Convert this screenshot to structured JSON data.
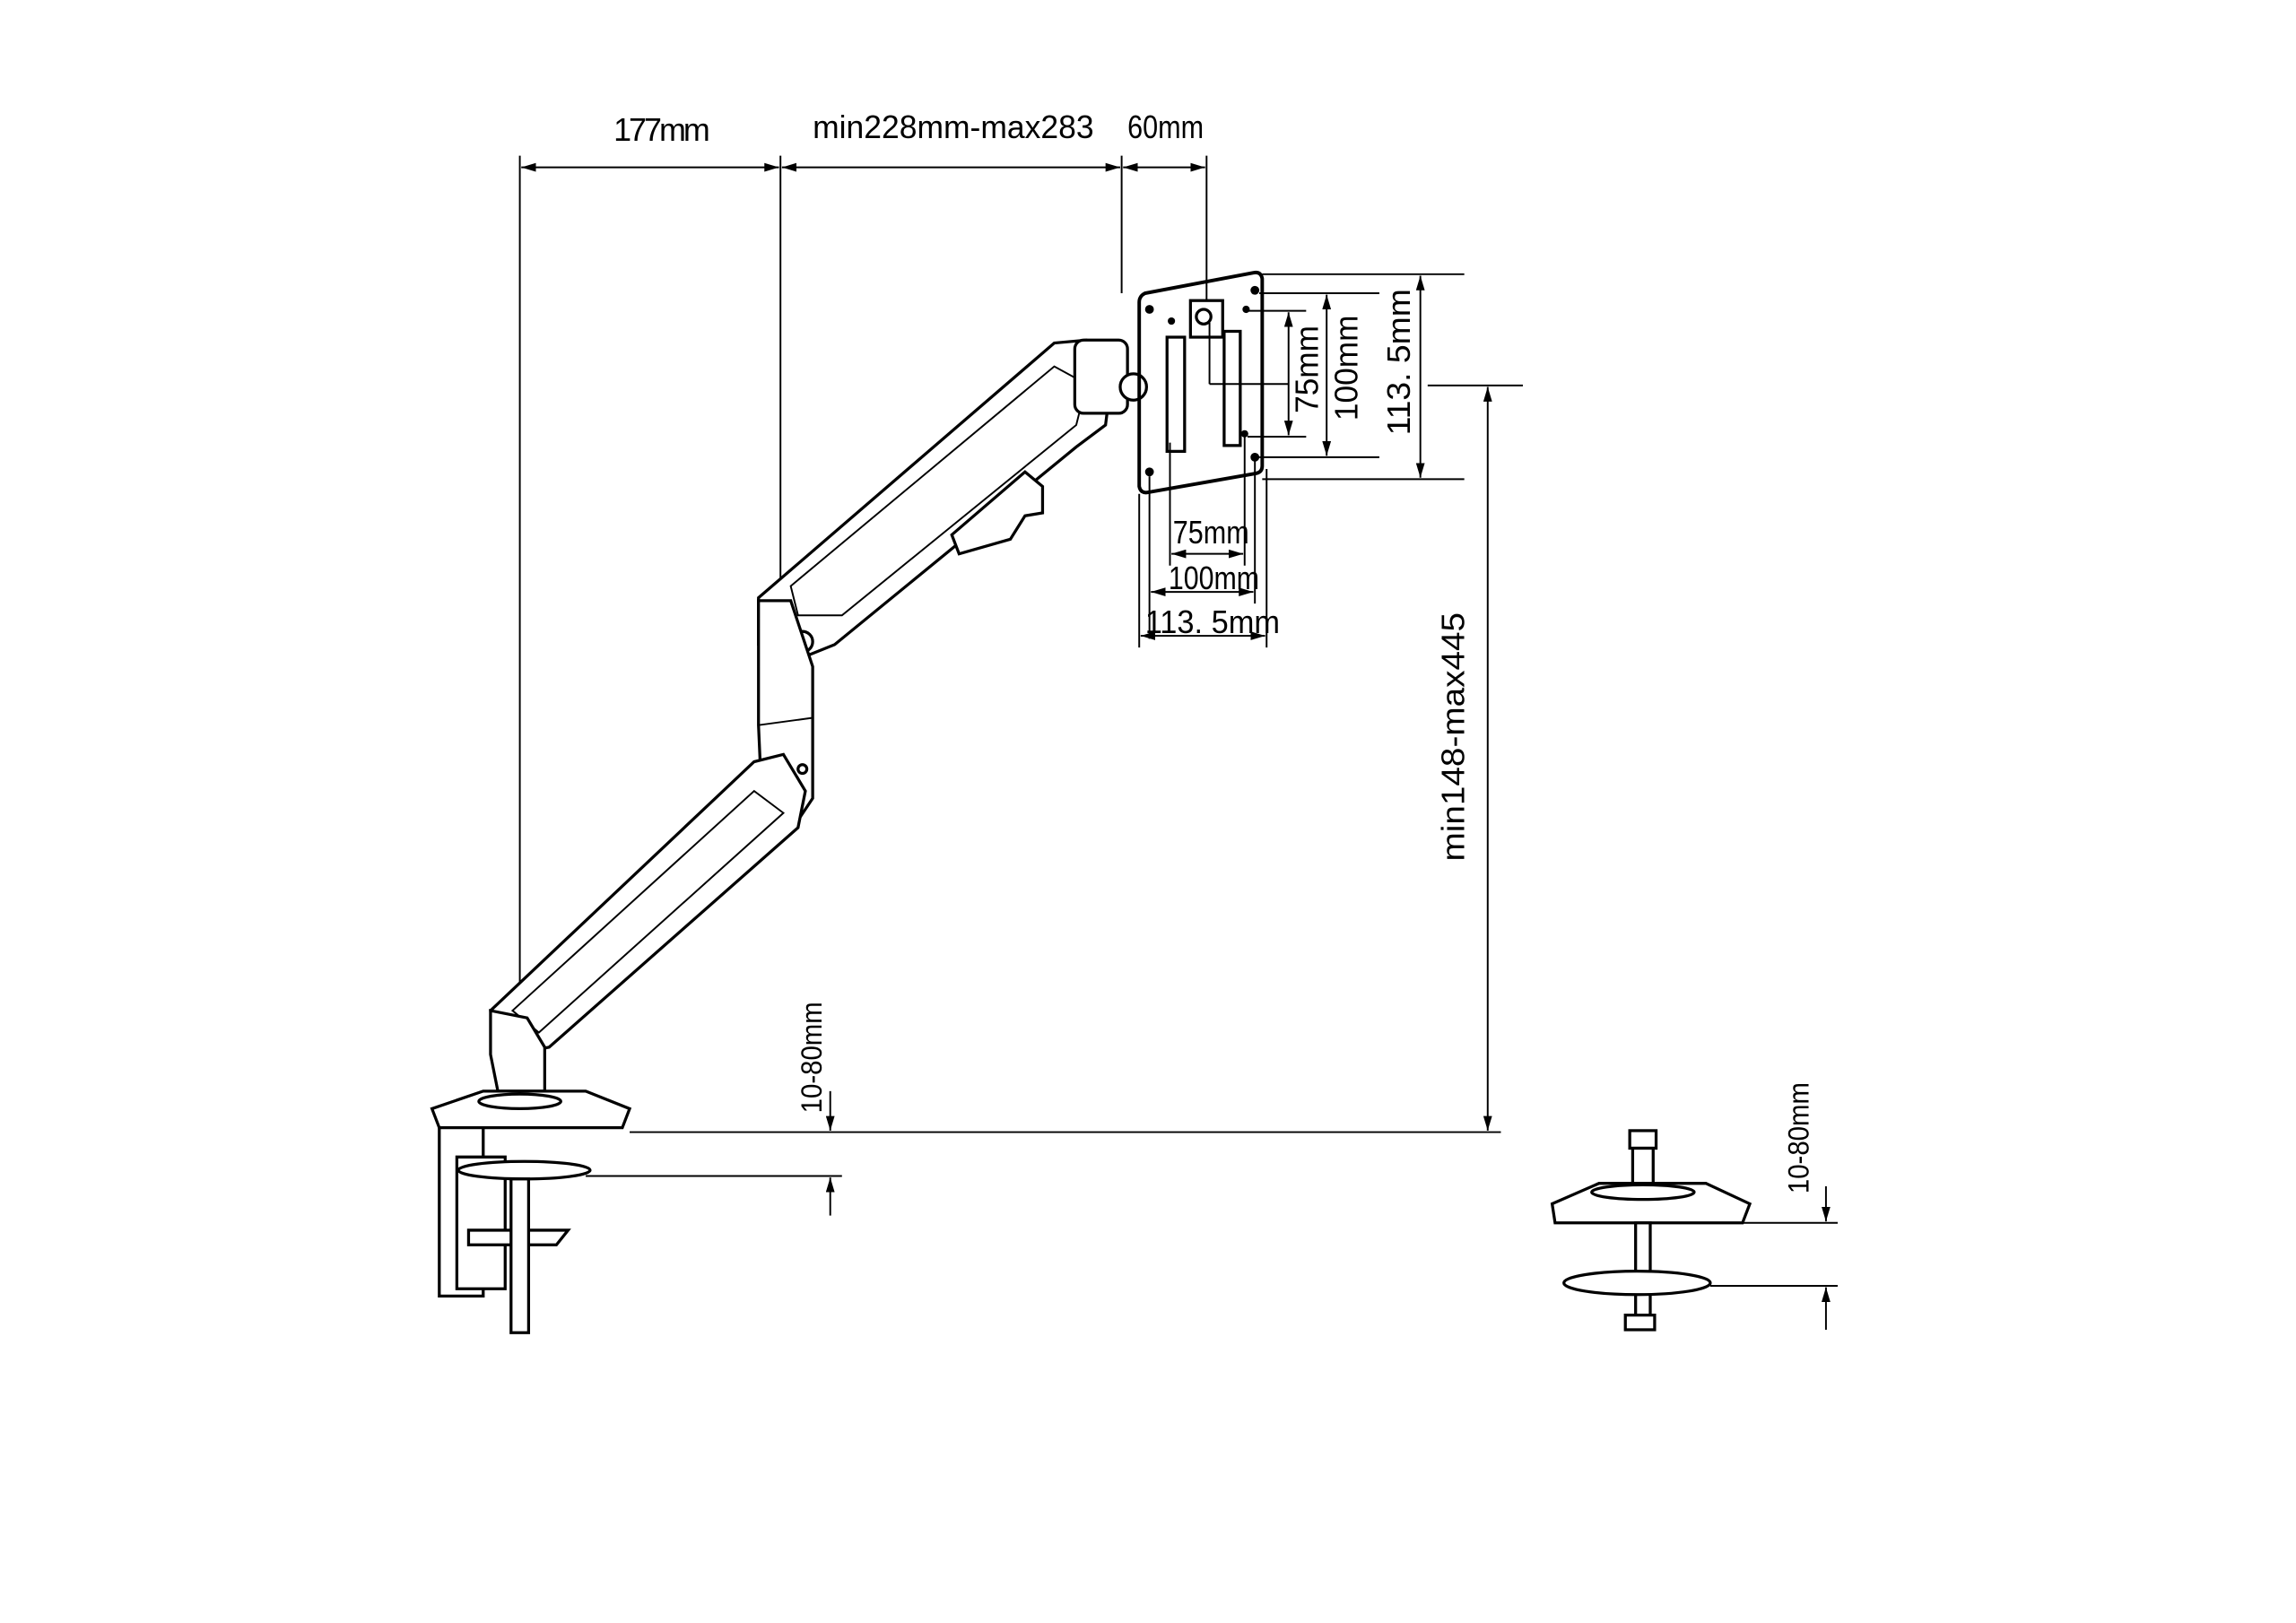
{
  "title": "Monitor arm dimension drawing",
  "dimensions": {
    "arm_base_reach": "177mm",
    "arm_extension": "min228mm-max283",
    "head_depth": "60mm",
    "vesa_vertical_75": "75mm",
    "vesa_vertical_100": "100mm",
    "plate_height": "113. 5mm",
    "vesa_horizontal_75": "75mm",
    "vesa_horizontal_100": "100mm",
    "plate_width": "113. 5mm",
    "height_range": "min148-max445",
    "clamp_thickness_left": "10-80mm",
    "clamp_thickness_right": "10-80mm"
  }
}
